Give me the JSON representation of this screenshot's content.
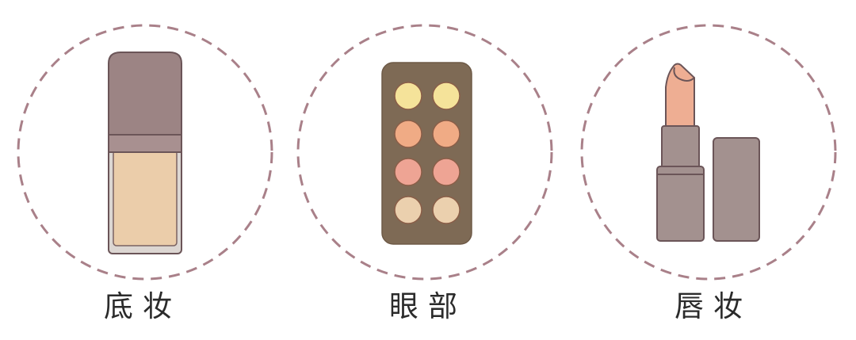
{
  "colors": {
    "background": "#ffffff",
    "dashed_circle": "#a98089",
    "outline": "#6b5558",
    "cap_mauve": "#9c8484",
    "band_mauve": "#a89090",
    "foundation_liquid": "#ebcdaa",
    "bottle_glass": "#dcd6d2",
    "palette_case": "#7e6a55",
    "lipstick_tube": "#a3918f",
    "lipstick_bullet": "#eeae93"
  },
  "items": [
    {
      "label": "底妆",
      "icon": "foundation-bottle-icon"
    },
    {
      "label": "眼部",
      "icon": "eyeshadow-palette-icon",
      "shades": [
        "#f5e39a",
        "#f5e39a",
        "#f0ab85",
        "#f0ab85",
        "#ee a494",
        "#eea494",
        "#ebd0ae",
        "#ebd0ae"
      ]
    },
    {
      "label": "唇妆",
      "icon": "lipstick-icon"
    }
  ]
}
